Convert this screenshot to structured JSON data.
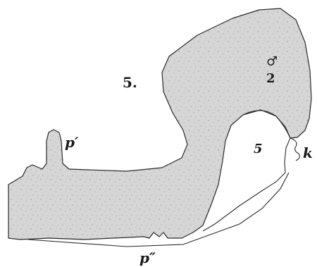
{
  "figure": {
    "labels": {
      "outer_five": "5.",
      "inner_five": "5",
      "male_symbol": "♂",
      "number_two": "2",
      "p_prime": "p′",
      "p_double_prime": "p″",
      "k": "k"
    },
    "colors": {
      "shaded_fill": "#d6d6d6",
      "outline": "#2a2a2a",
      "stipple": "#6a6a6a",
      "background": "#ffffff"
    }
  }
}
